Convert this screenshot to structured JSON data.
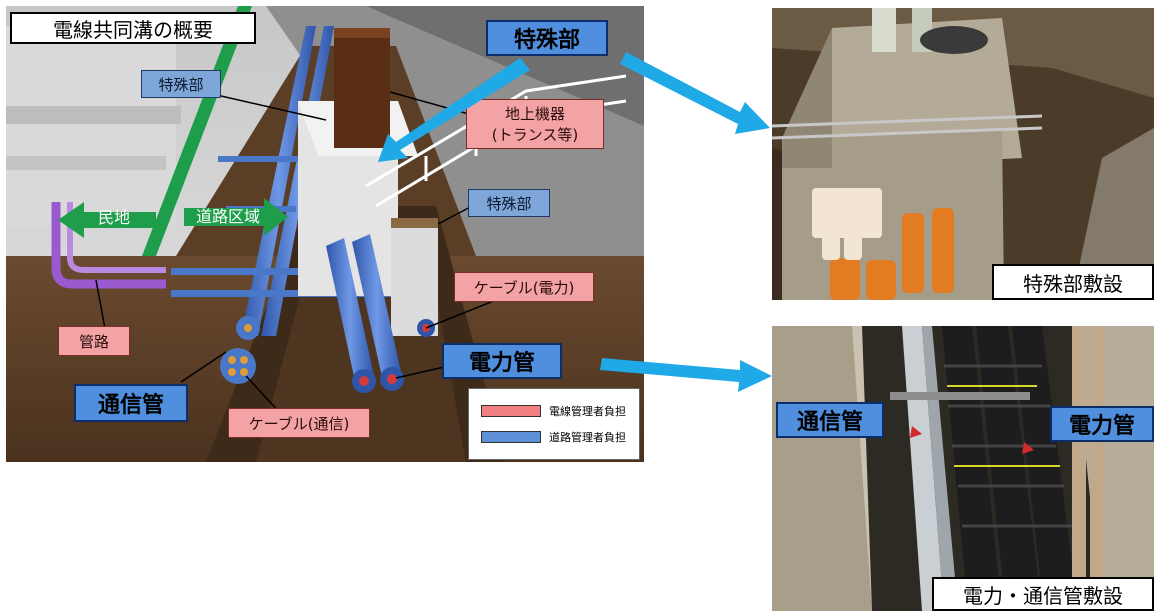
{
  "diagram": {
    "title": "電線共同溝の概要",
    "special_section_main": "特殊部",
    "labels": {
      "special_section_upper": "特殊部",
      "special_section_lower": "特殊部",
      "ground_equipment_line1": "地上機器",
      "ground_equipment_line2": "(トランス等)",
      "private_land": "民地",
      "road_area": "道路区域",
      "conduit": "管路",
      "cable_power": "ケーブル(電力)",
      "power_pipe": "電力管",
      "telecom_pipe": "通信管",
      "cable_telecom": "ケーブル(通信)"
    },
    "legend": [
      {
        "text": "電線管理者負担",
        "color": "#f08080"
      },
      {
        "text": "道路管理者負担",
        "color": "#5b8fd6"
      }
    ]
  },
  "photos": {
    "top_caption": "特殊部敷設",
    "bottom_caption": "電力・通信管敷設",
    "bottom_label_left": "通信管",
    "bottom_label_right": "電力管"
  },
  "colors": {
    "arrow": "#1fa9e6",
    "label_blue": "#7ea6d8",
    "label_pink": "#f3a3a3",
    "green_arrow": "#1e9e4a",
    "pipe_blue": "#4a78c8",
    "conduit_purple": "#9b59d0"
  }
}
